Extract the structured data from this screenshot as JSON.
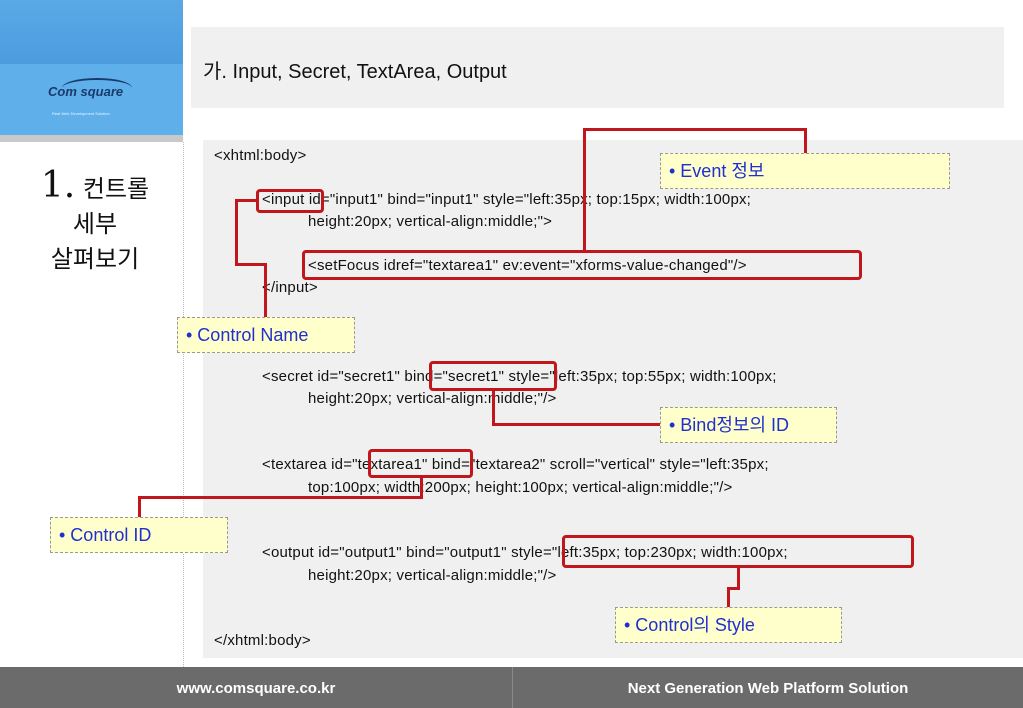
{
  "logo": {
    "text": "Com square",
    "tagline": "Real Web Development Solution"
  },
  "heading": "가. Input, Secret, TextArea, Output",
  "side_title": {
    "number": "1.",
    "line1": "컨트롤",
    "line2": "세부",
    "line3": "살펴보기"
  },
  "code_lines": [
    "<xhtml:body>",
    "<input id=\"input1\" bind=\"input1\" style=\"left:35px; top:15px; width:100px;",
    "height:20px; vertical-align:middle;\">",
    "<setFocus idref=\"textarea1\" ev:event=\"xforms-value-changed\"/>",
    "</input>",
    "<secret id=\"secret1\" bind=\"secret1\" style=\"left:35px; top:55px; width:100px;",
    "height:20px; vertical-align:middle;\"/>",
    "<textarea id=\"textarea1\" bind=\"textarea2\" scroll=\"vertical\" style=\"left:35px;",
    "top:100px; width:200px; height:100px; vertical-align:middle;\"/>",
    "<output id=\"output1\" bind=\"output1\" style=\"left:35px; top:230px; width:100px;",
    "height:20px; vertical-align:middle;\"/>",
    "</xhtml:body>"
  ],
  "callouts": {
    "event": "• Event 정보",
    "control_name": "• Control Name",
    "bind_id": "• Bind정보의 ID",
    "control_id": "• Control ID",
    "control_style": "• Control의 Style"
  },
  "footer": {
    "left": "www.comsquare.co.kr",
    "right": "Next Generation Web Platform Solution"
  }
}
